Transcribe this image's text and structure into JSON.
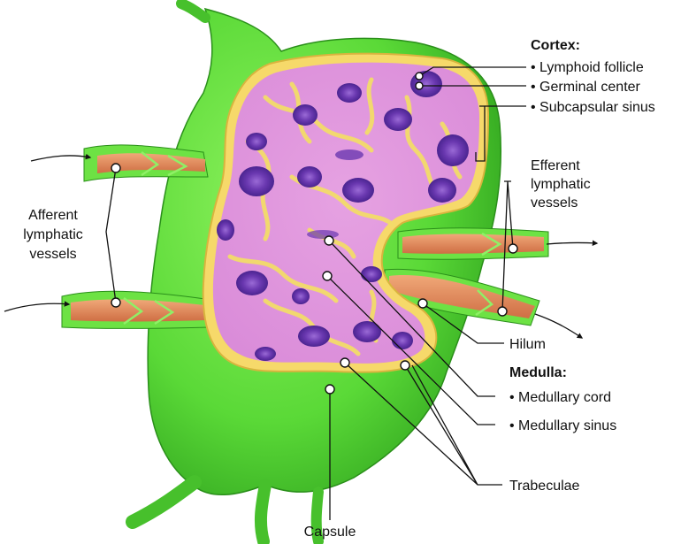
{
  "labels": {
    "cortex_header": "Cortex:",
    "lymphoid_follicle": "• Lymphoid follicle",
    "germinal_center": "• Germinal center",
    "subcapsular_sinus": "• Subcapsular sinus",
    "efferent_1": "Efferent",
    "efferent_2": "lymphatic",
    "efferent_3": "vessels",
    "afferent_1": "Afferent",
    "afferent_2": "lymphatic",
    "afferent_3": "vessels",
    "hilum": "Hilum",
    "medulla_header": "Medulla:",
    "medullary_cord": "• Medullary cord",
    "medullary_sinus": "• Medullary sinus",
    "trabeculae": "Trabeculae",
    "capsule": "Capsule"
  },
  "colors": {
    "capsule_green": "#5fe03a",
    "capsule_dark": "#2fa81e",
    "cortex_pink": "#e9a6e6",
    "follicle_purple": "#6a38b0",
    "trabecula_yellow": "#f3dc6a",
    "vessel_orange": "#e58a5a"
  }
}
